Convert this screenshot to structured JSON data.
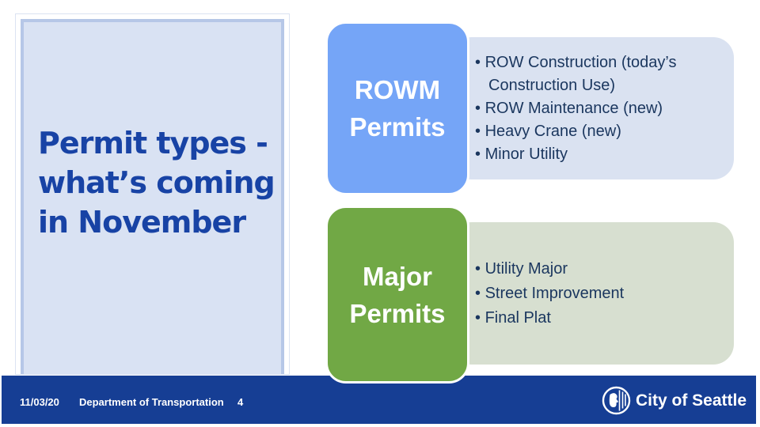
{
  "slide_title": {
    "line1": "Permit types -",
    "line2": "what’s coming",
    "line3": "in November"
  },
  "permit_groups": [
    {
      "label_line1": "ROWM",
      "label_line2": "Permits",
      "box_color": "#75a5f7",
      "list_color": "#dae2f1",
      "items": [
        "ROW Construction (today’s Construction Use)",
        "ROW Maintenance (new)",
        "Heavy Crane (new)",
        "Minor Utility"
      ]
    },
    {
      "label_line1": "Major",
      "label_line2": "Permits",
      "box_color": "#71a845",
      "list_color": "#d7dfd0",
      "items": [
        "Utility Major",
        "Street Improvement",
        "Final Plat"
      ]
    }
  ],
  "footer": {
    "date": "11/03/20",
    "department": "Department of Transportation",
    "page_number": "4",
    "logo_text": "City of Seattle",
    "band_color": "#163e94"
  },
  "colors": {
    "title_text": "#1843a5",
    "panel_fill": "#d9e2f3",
    "panel_border": "#b6c7e7",
    "list_text": "#1a365e"
  }
}
